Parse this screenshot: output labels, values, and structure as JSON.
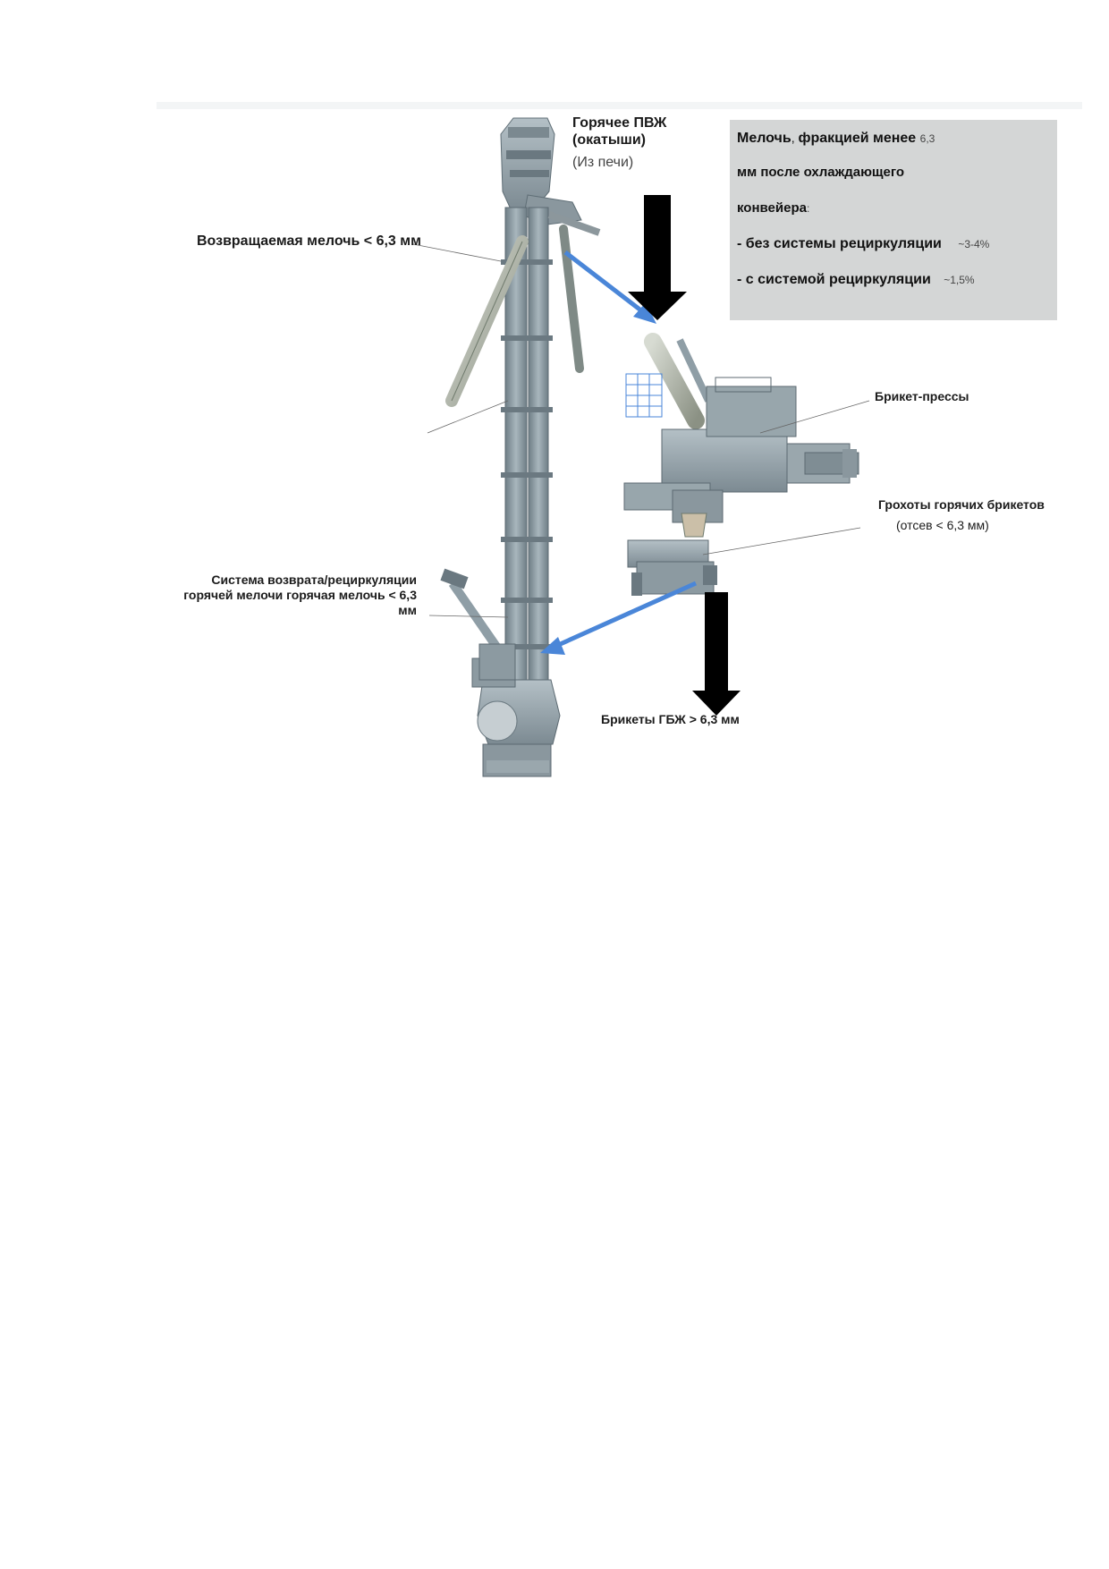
{
  "labels": {
    "hot_dri_line1": "Горячее ПВЖ",
    "hot_dri_line2": "(окатыши)",
    "hot_dri_line3": "(Из печи)",
    "returned_fines": "Возвращаемая мелочь < 6,3 мм",
    "briquette_presses": "Брикет-прессы",
    "hot_screens_line1": "Грохоты горячих брикетов",
    "hot_screens_line2": "(отсев < 6,3 мм)",
    "return_system_line1": "Система возврата/рециркуляции",
    "return_system_line2": "горячей мелочи горячая мелочь < 6,3",
    "return_system_line3": "мм",
    "hbi_briquettes": "Брикеты ГБЖ > 6,3 мм"
  },
  "infobox": {
    "line1_bold": "Мелочь",
    "line1_sep": ", ",
    "line1_rest": "фракцией менее ",
    "line1_small": "6,3",
    "line2": "мм после охлаждающего",
    "line3_bold": "конвейера",
    "line3_small": ":",
    "item1_label": "- без системы рециркуляции",
    "item1_value": "~3-4%",
    "item2_label": "- с системой рециркуляции",
    "item2_value": "~1,5%"
  },
  "colors": {
    "equipment": "#8f9ea6",
    "equipment_dark": "#5f6e76",
    "flow_arrow_blue": "#4a86d8",
    "flow_arrow_black": "#000000",
    "infobox_bg": "#d4d6d6"
  }
}
